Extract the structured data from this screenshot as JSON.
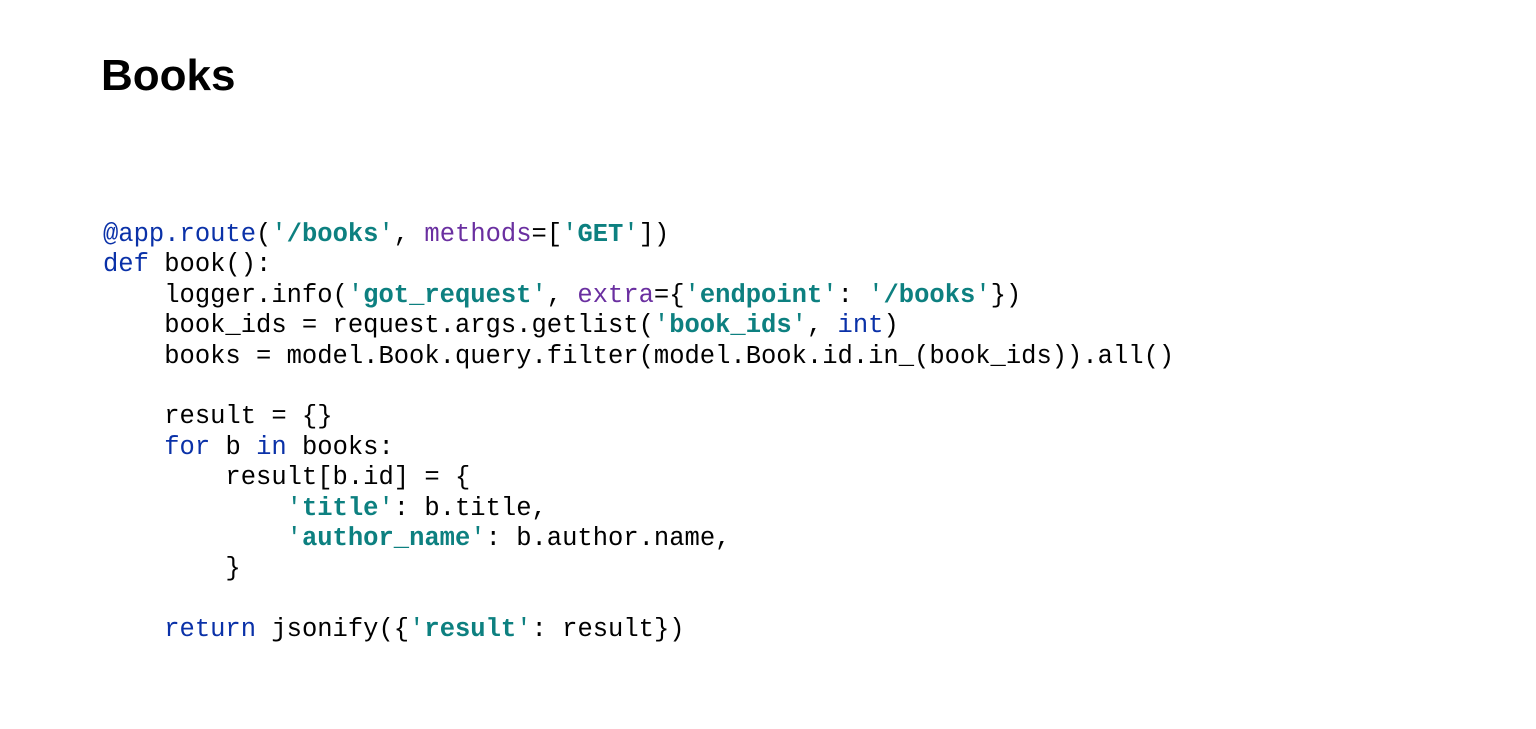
{
  "slide": {
    "title": "Books"
  },
  "colors": {
    "keyword": "#0a31a8",
    "string": "#0d8080",
    "parameter": "#6a2fa0",
    "text": "#000000",
    "background": "#ffffff"
  },
  "code": {
    "language": "python",
    "lines": [
      [
        {
          "t": "@app.route",
          "k": "dec"
        },
        {
          "t": "(",
          "k": "plain"
        },
        {
          "t": "'",
          "k": "q"
        },
        {
          "t": "/books",
          "k": "str"
        },
        {
          "t": "'",
          "k": "q"
        },
        {
          "t": ", ",
          "k": "plain"
        },
        {
          "t": "methods",
          "k": "param"
        },
        {
          "t": "=[",
          "k": "plain"
        },
        {
          "t": "'",
          "k": "q"
        },
        {
          "t": "GET",
          "k": "str"
        },
        {
          "t": "'",
          "k": "q"
        },
        {
          "t": "])",
          "k": "plain"
        }
      ],
      [
        {
          "t": "def",
          "k": "kw"
        },
        {
          "t": " book():",
          "k": "plain"
        }
      ],
      [
        {
          "t": "    logger.info(",
          "k": "plain"
        },
        {
          "t": "'",
          "k": "q"
        },
        {
          "t": "got_request",
          "k": "str"
        },
        {
          "t": "'",
          "k": "q"
        },
        {
          "t": ", ",
          "k": "plain"
        },
        {
          "t": "extra",
          "k": "param"
        },
        {
          "t": "={",
          "k": "plain"
        },
        {
          "t": "'",
          "k": "q"
        },
        {
          "t": "endpoint",
          "k": "str"
        },
        {
          "t": "'",
          "k": "q"
        },
        {
          "t": ": ",
          "k": "plain"
        },
        {
          "t": "'",
          "k": "q"
        },
        {
          "t": "/books",
          "k": "str"
        },
        {
          "t": "'",
          "k": "q"
        },
        {
          "t": "})",
          "k": "plain"
        }
      ],
      [
        {
          "t": "    book_ids = request.args.getlist(",
          "k": "plain"
        },
        {
          "t": "'",
          "k": "q"
        },
        {
          "t": "book_ids",
          "k": "str"
        },
        {
          "t": "'",
          "k": "q"
        },
        {
          "t": ", ",
          "k": "plain"
        },
        {
          "t": "int",
          "k": "kw"
        },
        {
          "t": ")",
          "k": "plain"
        }
      ],
      [
        {
          "t": "    books = model.Book.query.filter(model.Book.id.in_(book_ids)).all()",
          "k": "plain"
        }
      ],
      [],
      [
        {
          "t": "    result = {}",
          "k": "plain"
        }
      ],
      [
        {
          "t": "    ",
          "k": "plain"
        },
        {
          "t": "for",
          "k": "kw"
        },
        {
          "t": " b ",
          "k": "plain"
        },
        {
          "t": "in",
          "k": "kw"
        },
        {
          "t": " books:",
          "k": "plain"
        }
      ],
      [
        {
          "t": "        result[b.id] = {",
          "k": "plain"
        }
      ],
      [
        {
          "t": "            ",
          "k": "plain"
        },
        {
          "t": "'",
          "k": "q"
        },
        {
          "t": "title",
          "k": "str"
        },
        {
          "t": "'",
          "k": "q"
        },
        {
          "t": ": b.title,",
          "k": "plain"
        }
      ],
      [
        {
          "t": "            ",
          "k": "plain"
        },
        {
          "t": "'",
          "k": "q"
        },
        {
          "t": "author_name",
          "k": "str"
        },
        {
          "t": "'",
          "k": "q"
        },
        {
          "t": ": b.author.name,",
          "k": "plain"
        }
      ],
      [
        {
          "t": "        }",
          "k": "plain"
        }
      ],
      [],
      [
        {
          "t": "    ",
          "k": "plain"
        },
        {
          "t": "return",
          "k": "kw"
        },
        {
          "t": " jsonify({",
          "k": "plain"
        },
        {
          "t": "'",
          "k": "q"
        },
        {
          "t": "result",
          "k": "str"
        },
        {
          "t": "'",
          "k": "q"
        },
        {
          "t": ": result})",
          "k": "plain"
        }
      ]
    ]
  }
}
